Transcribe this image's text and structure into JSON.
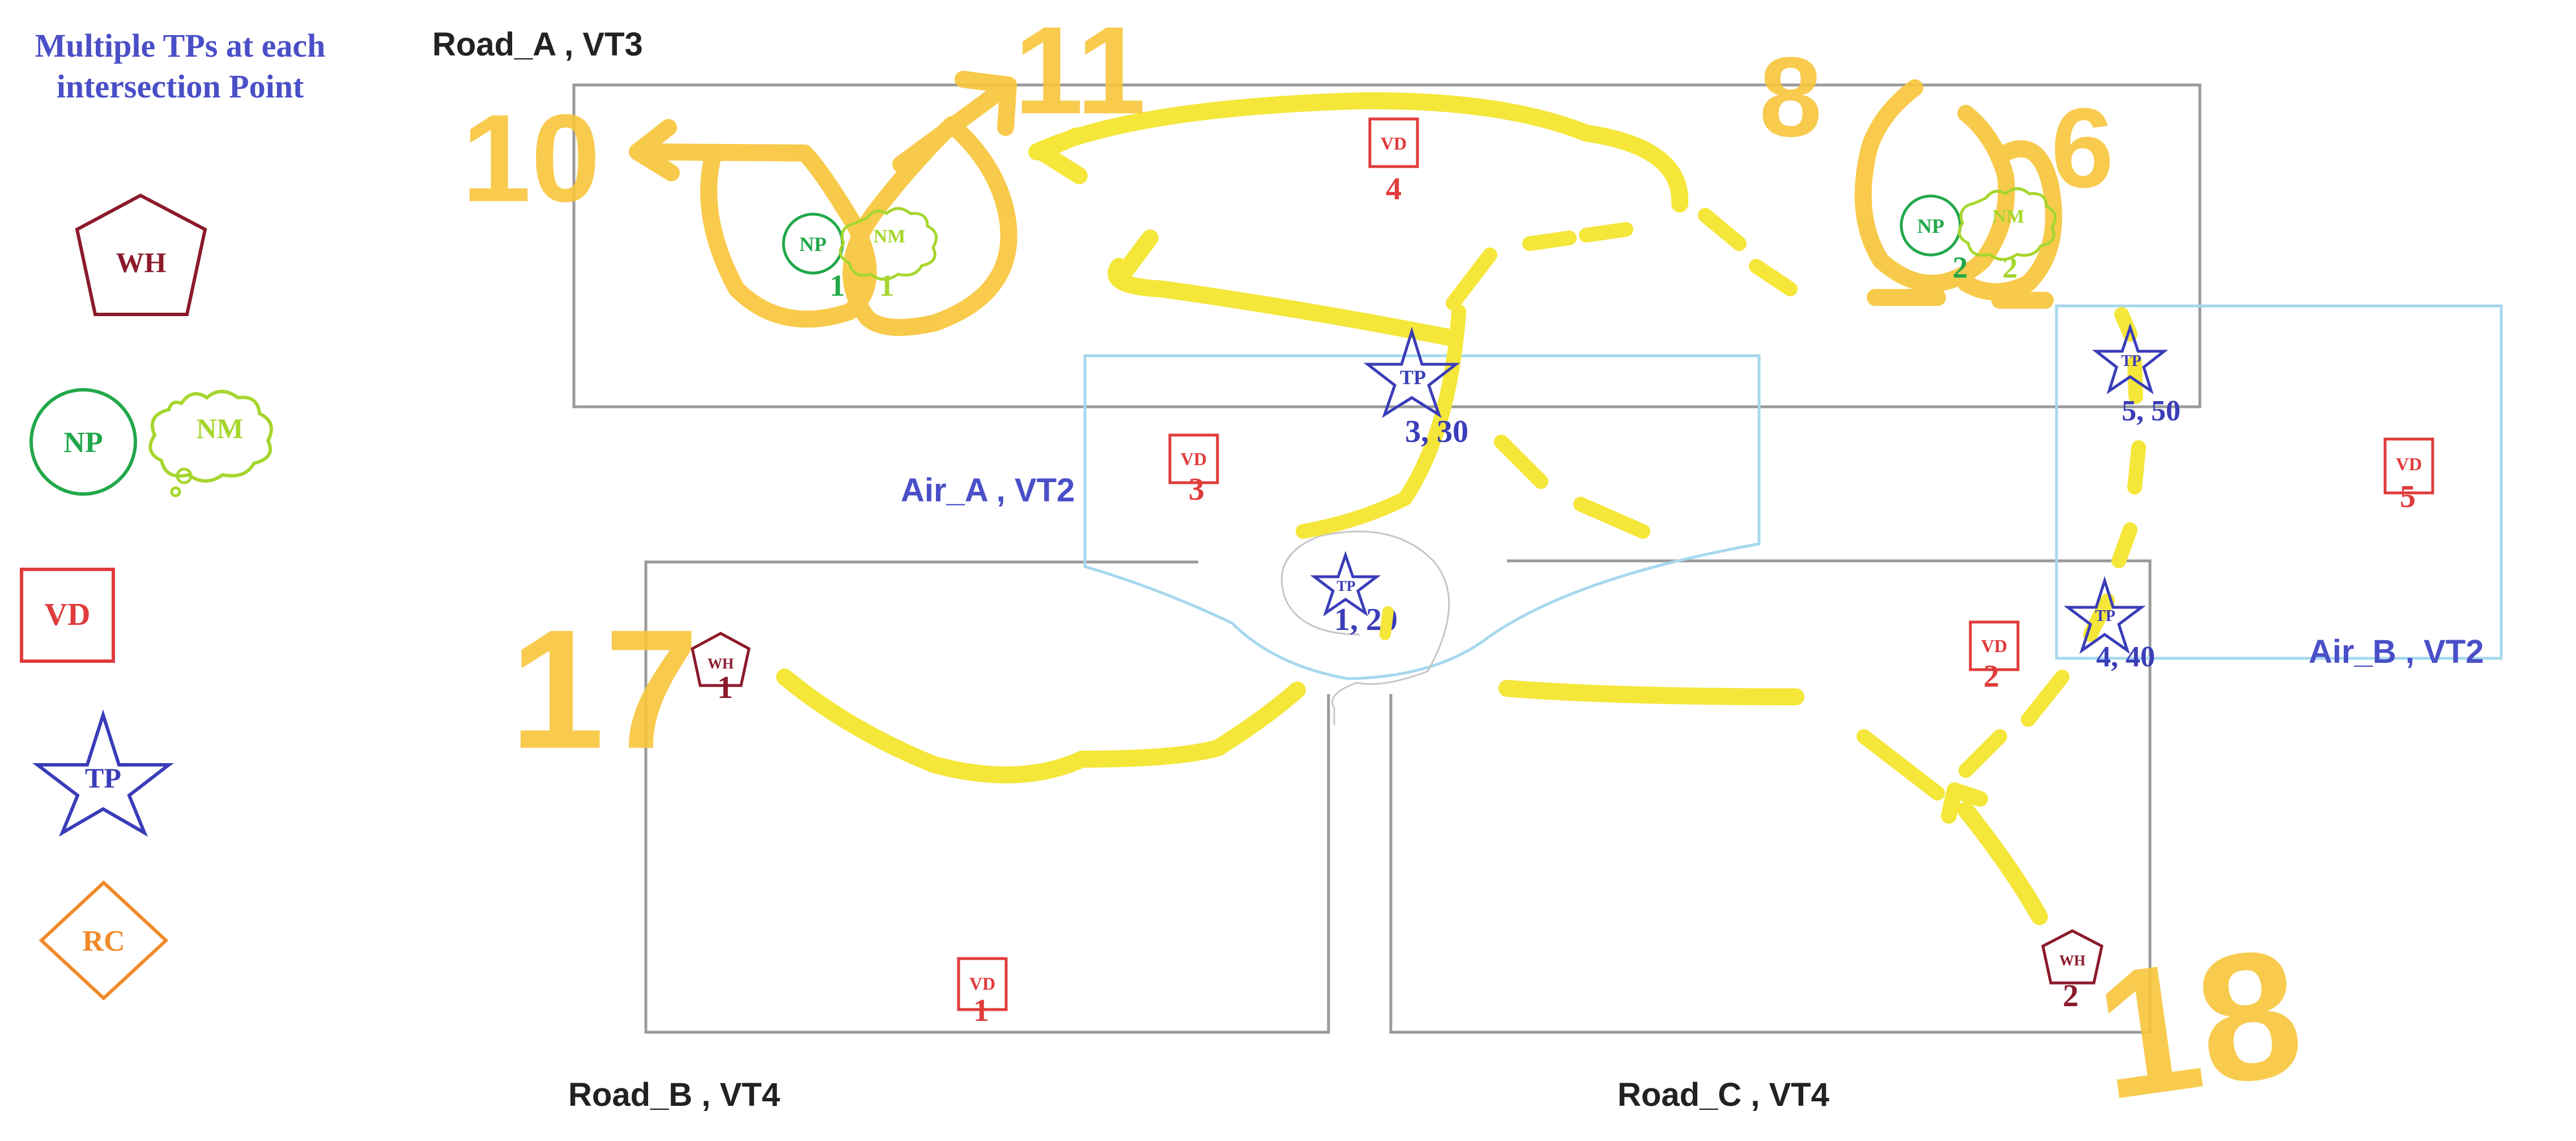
{
  "legend": {
    "title_line1": "Multiple TPs at each",
    "title_line2": "intersection Point",
    "wh": "WH",
    "np": "NP",
    "nm": "NM",
    "vd": "VD",
    "tp": "TP",
    "rc": "RC"
  },
  "colors": {
    "legend_title": "#4a4fc7",
    "wh": "#8b1a2b",
    "np": "#22a84a",
    "nm": "#a6d62e",
    "vd": "#e03c3c",
    "tp": "#3a3db8",
    "rc": "#f08a2a",
    "road": "#9a9a9a",
    "air": "#a6d8ee",
    "route": "#f5e63a",
    "annotation": "#f8c63c"
  },
  "regions": {
    "road_a": "Road_A , VT3",
    "road_b": "Road_B , VT4",
    "road_c": "Road_C , VT4",
    "air_a": "Air_A , VT2",
    "air_b": "Air_B , VT2"
  },
  "nodes": {
    "np1": {
      "label": "NP",
      "id": "1"
    },
    "nm1": {
      "label": "NM",
      "id": "1"
    },
    "np2": {
      "label": "NP",
      "id": "2"
    },
    "nm2": {
      "label": "NM",
      "id": "2"
    },
    "vd4": {
      "label": "VD",
      "id": "4"
    },
    "vd3": {
      "label": "VD",
      "id": "3"
    },
    "vd5": {
      "label": "VD",
      "id": "5"
    },
    "vd2": {
      "label": "VD",
      "id": "2"
    },
    "vd1": {
      "label": "VD",
      "id": "1"
    },
    "tp3": {
      "label": "TP",
      "id": "3, 30"
    },
    "tp5": {
      "label": "TP",
      "id": "5, 50"
    },
    "tp1": {
      "label": "TP",
      "id": "1, 20"
    },
    "tp4": {
      "label": "TP",
      "id": "4, 40"
    },
    "wh1": {
      "label": "WH",
      "id": "1"
    },
    "wh2": {
      "label": "WH",
      "id": "2"
    }
  },
  "annotations": {
    "n10": "10",
    "n11": "11",
    "n8": "8",
    "n6": "6",
    "n17": "17",
    "n18": "18"
  }
}
